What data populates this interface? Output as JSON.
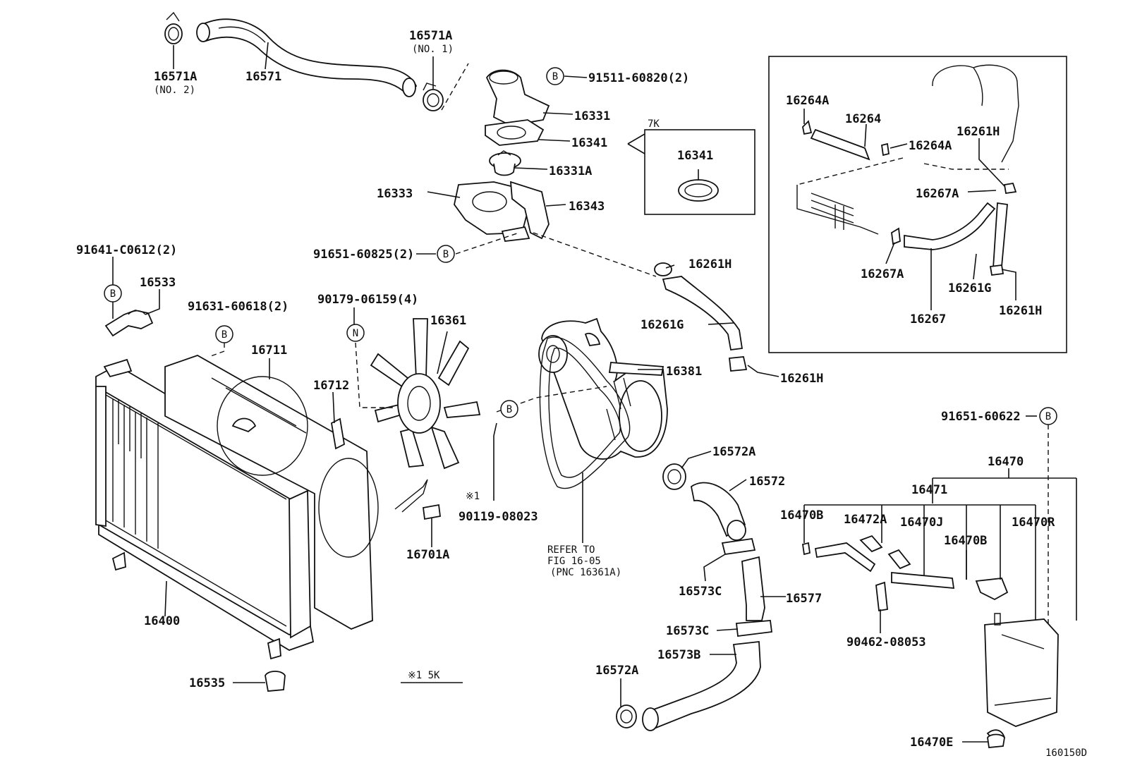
{
  "diagram": {
    "figure_id": "160150D",
    "labels": {
      "p16571A_no2": "16571A",
      "no2": "(NO. 2)",
      "p16571": "16571",
      "p16571A_no1": "16571A",
      "no1": "(NO. 1)",
      "bolt_91511": "91511-60820(2)",
      "p16331": "16331",
      "p16341": "16341",
      "p16331A": "16331A",
      "p16333": "16333",
      "p16343": "16343",
      "bolt_91651_60825": "91651-60825(2)",
      "inset_7k_title": "7K",
      "inset_7k_16341": "16341",
      "p16264A_a": "16264A",
      "p16264": "16264",
      "p16264A_b": "16264A",
      "p16261H_a": "16261H",
      "p16267A_a": "16267A",
      "p16267A_b": "16267A",
      "p16261G_inset": "16261G",
      "p16267": "16267",
      "p16261H_b": "16261H",
      "bolt_91641": "91641-C0612(2)",
      "p16533": "16533",
      "bolt_91631": "91631-60618(2)",
      "bolt_90179": "90179-06159(4)",
      "p16361": "16361",
      "p16261H_c": "16261H",
      "p16261G": "16261G",
      "p16711": "16711",
      "p16712": "16712",
      "p16381": "16381",
      "p16261H_d": "16261H",
      "bolt_91651_60622": "91651-60622",
      "note_ref_mark": "※1",
      "bolt_90119": "90119-08023",
      "p16572A_a": "16572A",
      "p16572": "16572",
      "p16470": "16470",
      "p16471": "16471",
      "refer_line1": "REFER TO",
      "refer_line2": "FIG 16-05",
      "refer_line3": "(PNC 16361A)",
      "p16701A": "16701A",
      "p16470B_a": "16470B",
      "p16472A": "16472A",
      "p16470J": "16470J",
      "p16470R": "16470R",
      "p16470B_b": "16470B",
      "p16573C_a": "16573C",
      "p16577": "16577",
      "p16400": "16400",
      "bolt_90462": "90462-08053",
      "p16573C_b": "16573C",
      "p16573B": "16573B",
      "p16572A_b": "16572A",
      "p16535": "16535",
      "footnote": "※1 5K",
      "p16470E": "16470E"
    },
    "circle_marks": {
      "b": "B",
      "n": "N"
    }
  }
}
